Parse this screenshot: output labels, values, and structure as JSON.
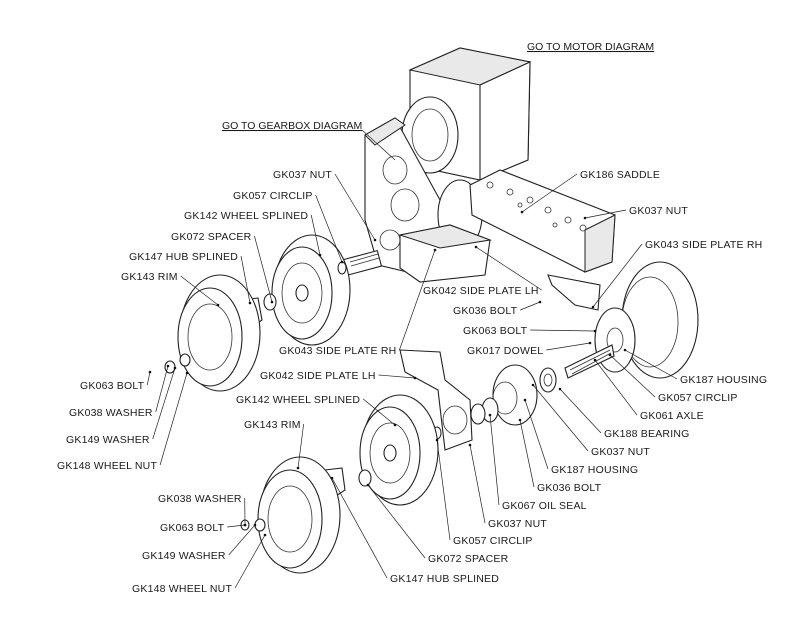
{
  "links": {
    "motor": "GO TO MOTOR DIAGRAM",
    "gearbox": "GO TO GEARBOX DIAGRAM"
  },
  "labels": [
    "GK037 NUT",
    "GK057 CIRCLIP",
    "GK142 WHEEL SPLINED",
    "GK072 SPACER",
    "GK147 HUB SPLINED",
    "GK143 RIM",
    "GK063 BOLT",
    "GK038 WASHER",
    "GK149 WASHER",
    "GK148 WHEEL NUT",
    "GK043 SIDE PLATE RH",
    "GK042 SIDE PLATE LH",
    "GK142 WHEEL SPLINED",
    "GK143 RIM",
    "GK186 SADDLE",
    "GK037 NUT",
    "GK043 SIDE PLATE RH",
    "GK042 SIDE PLATE LH",
    "GK036 BOLT",
    "GK063 BOLT",
    "GK017 DOWEL",
    "GK187 HOUSING",
    "GK057 CIRCLIP",
    "GK061 AXLE",
    "GK188 BEARING",
    "GK037 NUT",
    "GK187 HOUSING",
    "GK036 BOLT",
    "GK067 OIL SEAL",
    "GK037 NUT",
    "GK057 CIRCLIP",
    "GK038 WASHER",
    "GK063 BOLT",
    "GK072 SPACER",
    "GK149 WASHER",
    "GK147 HUB SPLINED",
    "GK148 WHEEL NUT"
  ]
}
